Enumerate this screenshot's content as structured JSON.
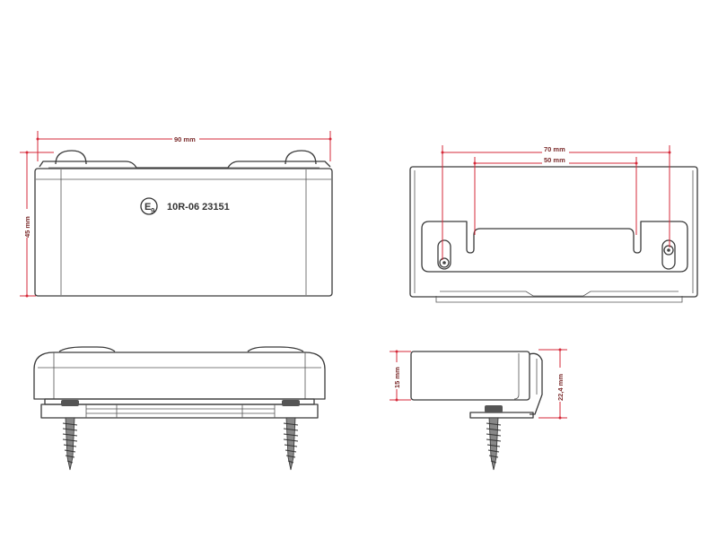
{
  "drawing": {
    "front_view": {
      "width_label": "90 mm",
      "height_label": "45 mm",
      "approval_letter": "E",
      "approval_number": "9",
      "approval_code": "10R-06 23151"
    },
    "rear_view": {
      "outer_spacing_label": "70 mm",
      "inner_spacing_label": "50 mm"
    },
    "side_view": {
      "body_depth_label": "15 mm",
      "total_depth_label": "22,4 mm"
    },
    "colors": {
      "dimension": "#d62a3a",
      "outline": "#3a3a3a"
    }
  }
}
